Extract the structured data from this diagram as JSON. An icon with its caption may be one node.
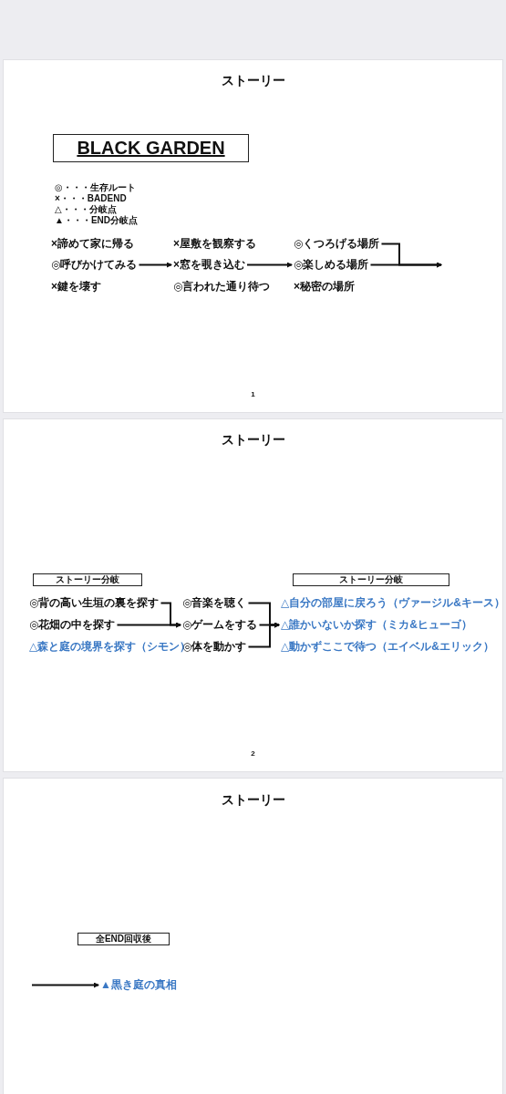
{
  "diagram": {
    "nodes": [
      {
        "text": [
          "BLACK GARDEN"
        ]
      },
      {
        "text": [
          "◎呼びかけてみる"
        ]
      },
      {
        "text": [
          "×窓を覗き込む"
        ]
      },
      {
        "text": [
          "◎くつろげる場所"
        ]
      },
      {
        "text": [
          "◎楽しめる場所"
        ]
      },
      {
        "text": [
          "ストーリー分岐"
        ]
      },
      {
        "text": [
          "◎背の高い生垣の裏を探す"
        ]
      },
      {
        "text": [
          "◎花畑の中を探す"
        ]
      },
      {
        "text": [
          "◎音楽を聴く"
        ]
      },
      {
        "text": [
          "◎ゲームをする"
        ]
      },
      {
        "text": [
          "◎体を動かす"
        ]
      },
      {
        "text": [
          "ストーリー分岐"
        ]
      },
      {
        "text": [
          "△誰かいないか探す（ミカ&ヒューゴ）"
        ]
      },
      {
        "text": [
          "全END回収後"
        ]
      },
      {
        "text": [
          "▲黒き庭の真相"
        ]
      }
    ],
    "edges": [
      {
        "from": 1,
        "to": 2,
        "arrow": "to"
      },
      {
        "from": 2,
        "to": 4,
        "arrow": "to"
      },
      {
        "from": 3,
        "to": null,
        "arrow": "to"
      },
      {
        "from": 4,
        "to": null,
        "arrow": "to"
      },
      {
        "from": 6,
        "to": 9,
        "arrow": "to"
      },
      {
        "from": 7,
        "to": 9,
        "arrow": "to"
      },
      {
        "from": 8,
        "to": 12,
        "arrow": "to"
      },
      {
        "from": 9,
        "to": 12,
        "arrow": "to"
      },
      {
        "from": 10,
        "to": 12,
        "arrow": "to"
      },
      {
        "from": null,
        "to": 14,
        "arrow": "to"
      }
    ],
    "labels": [
      "ストーリー",
      "◎・・・生存ルート",
      "×・・・BADEND",
      "△・・・分岐点",
      "▲・・・END分岐点",
      "×諦めて家に帰る",
      "×屋敷を観察する",
      "×鍵を壊す",
      "◎言われた通り待つ",
      "×秘密の場所",
      "1",
      "ストーリー",
      "△森と庭の境界を探す（シモン）",
      "△自分の部屋に戻ろう（ヴァージル&キース）",
      "△動かずここで待つ（エイベル&エリック）",
      "2",
      "ストーリー"
    ]
  }
}
